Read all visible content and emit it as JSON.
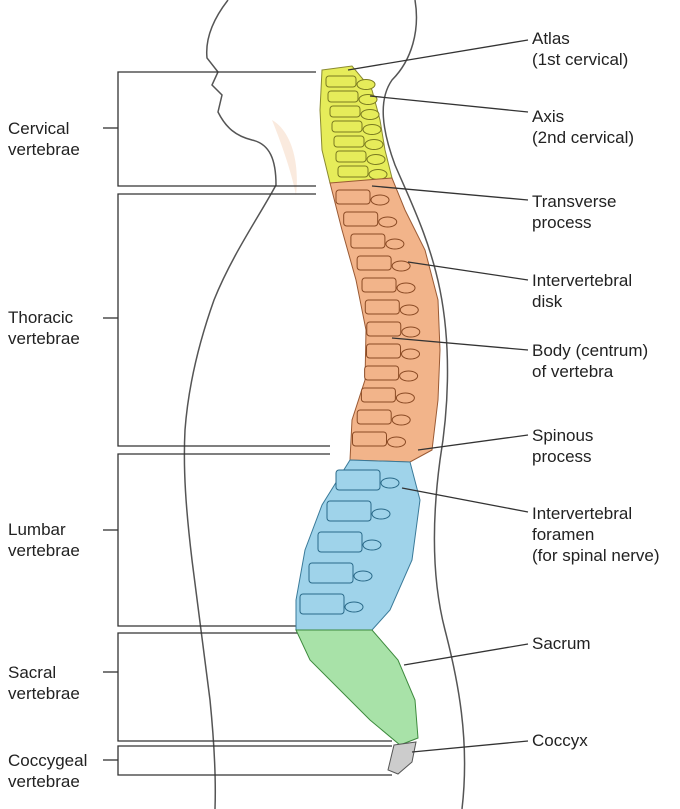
{
  "colors": {
    "cervical": "#e6ec5a",
    "thoracic": "#f2b48a",
    "lumbar": "#9fd3ea",
    "sacral": "#a8e2a8",
    "coccygeal": "#cccccc",
    "outline": "#555555"
  },
  "regions": [
    {
      "id": "cervical",
      "label": "Cervical\nvertebrae"
    },
    {
      "id": "thoracic",
      "label": "Thoracic\nvertebrae"
    },
    {
      "id": "lumbar",
      "label": "Lumbar\nvertebrae"
    },
    {
      "id": "sacral",
      "label": "Sacral\nvertebrae"
    },
    {
      "id": "coccygeal",
      "label": "Coccygeal\nvertebrae"
    }
  ],
  "structures": [
    {
      "id": "atlas",
      "label": "Atlas\n(1st cervical)"
    },
    {
      "id": "axis",
      "label": "Axis\n(2nd cervical)"
    },
    {
      "id": "transverse-process",
      "label": "Transverse\nprocess"
    },
    {
      "id": "intervertebral-disk",
      "label": "Intervertebral\ndisk"
    },
    {
      "id": "body-centrum",
      "label": "Body (centrum)\nof vertebra"
    },
    {
      "id": "spinous-process",
      "label": "Spinous\nprocess"
    },
    {
      "id": "intervertebral-foramen",
      "label": "Intervertebral\nforamen\n(for spinal nerve)"
    },
    {
      "id": "sacrum",
      "label": "Sacrum"
    },
    {
      "id": "coccyx",
      "label": "Coccyx"
    }
  ]
}
